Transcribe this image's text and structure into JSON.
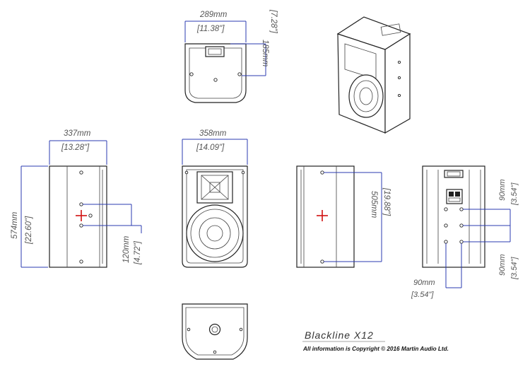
{
  "top_view": {
    "width_mm": "289mm",
    "width_in": "[11.38\"]",
    "depth_mm": "185mm",
    "depth_in": "[7.28\"]"
  },
  "side_view": {
    "depth_mm": "337mm",
    "depth_in": "[13.28\"]",
    "height_mm": "574mm",
    "height_in": "[22.60\"]",
    "mount_mm": "120mm",
    "mount_in": "[4.72\"]"
  },
  "front_view": {
    "width_mm": "358mm",
    "width_in": "[14.09\"]"
  },
  "side_view_right": {
    "height_mm": "505mm",
    "height_in": "[19.88\"]"
  },
  "rear_view": {
    "spacing_top_mm": "90mm",
    "spacing_top_in": "[3.54\"]",
    "spacing_bottom_mm": "90mm",
    "spacing_bottom_in": "[3.54\"]",
    "spacing_horiz_mm": "90mm",
    "spacing_horiz_in": "[3.54\"]"
  },
  "footer": {
    "product": "Blackline  X12",
    "copyright": "All information is Copyright © 2016 Martin Audio Ltd."
  }
}
